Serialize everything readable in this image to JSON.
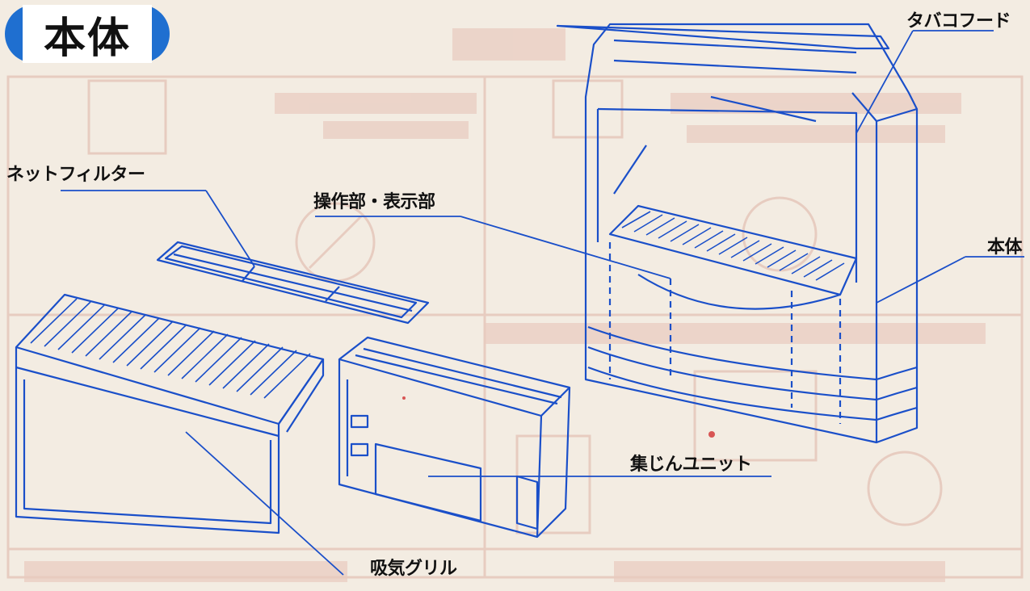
{
  "heading": "本体",
  "callouts": {
    "tobacco_hood": "タバコフード",
    "net_filter": "ネットフィルター",
    "control_display": "操作部・表示部",
    "main_body": "本体",
    "dust_unit": "集じんユニット",
    "intake_grille": "吸気グリル"
  },
  "colors": {
    "line_art": "#1a4fc9",
    "heading_tab": "#1f6fd0",
    "background": "#f3ece2"
  }
}
